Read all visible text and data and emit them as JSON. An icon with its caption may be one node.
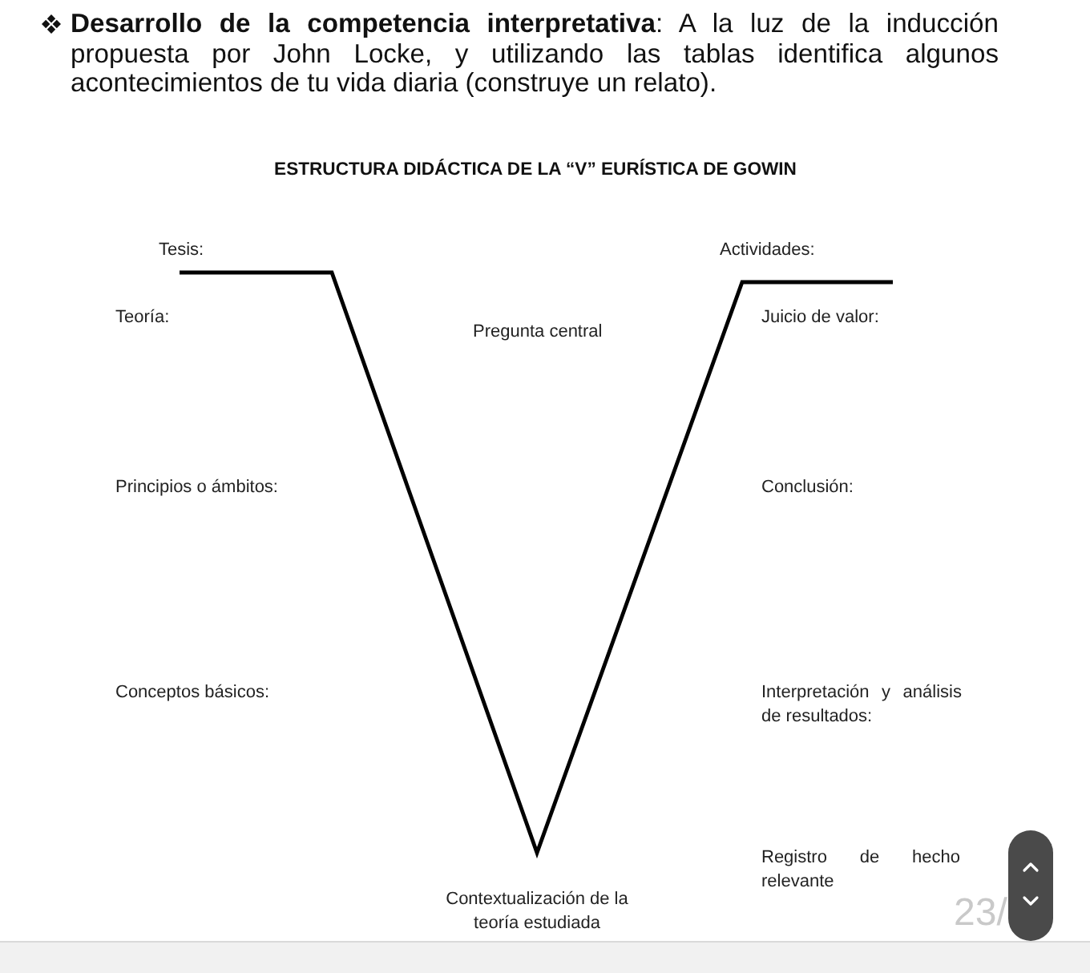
{
  "diagram": {
    "title": "ESTRUCTURA DIDÁCTICA DE LA “V” EURÍSTICA DE GOWIN",
    "nodes": [
      {
        "text": [],
        "shape": "bar"
      }
    ],
    "labels": [
      "**Desarrollo de la competencia interpretativa**: A la luz de la inducción propuesta por John Locke, y utilizando las tablas identifica algunos acontecimientos de tu vida diaria (construye un relato).",
      "Tesis:",
      "Actividades:",
      "Teoría:",
      "Juicio de valor:",
      "Pregunta central",
      "Principios o ámbitos:",
      "Conclusión:",
      "Conceptos básicos:",
      "Interpretación y análisis de resultados:",
      "Registro de hecho relevante",
      "Contextualización de la teoría estudiada",
      "23/"
    ]
  }
}
